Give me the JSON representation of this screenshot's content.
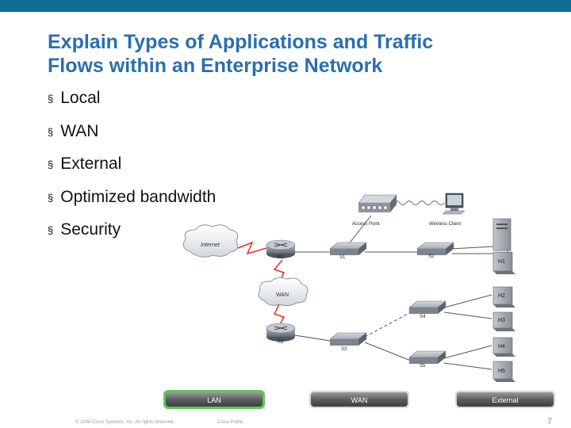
{
  "slide": {
    "title_lines": [
      "Explain Types of Applications and Traffic",
      "Flows within an Enterprise Network"
    ],
    "bullet_marker": "§",
    "bullets": [
      "Local",
      "WAN",
      "External",
      "Optimized bandwidth",
      "Security"
    ],
    "footer_copyright": "© 2006 Cisco Systems, Inc. All rights reserved.",
    "footer_classification": "Cisco Public",
    "page_number": "7"
  },
  "diagram": {
    "labels": {
      "internet": "Internet",
      "wan_cloud": "WAN",
      "access_point": "Access Point",
      "wireless_client": "Wireless Client",
      "r1": "R1",
      "r2": "R2",
      "s1": "S1",
      "s2": "S2",
      "s3": "S3",
      "s4": "S4",
      "s5": "S5",
      "h1": "H1",
      "h2": "H2",
      "h3": "H3",
      "h4": "H4",
      "h5": "H5"
    },
    "zones": {
      "lan": "LAN",
      "wan": "WAN",
      "external": "External"
    },
    "colors": {
      "lan_border": "#3fae3f",
      "zone_fill": "#6a6a6a",
      "title": "#2a6fb0",
      "wan_link": "#e0302a",
      "top_bar": "#0d6e93"
    }
  }
}
